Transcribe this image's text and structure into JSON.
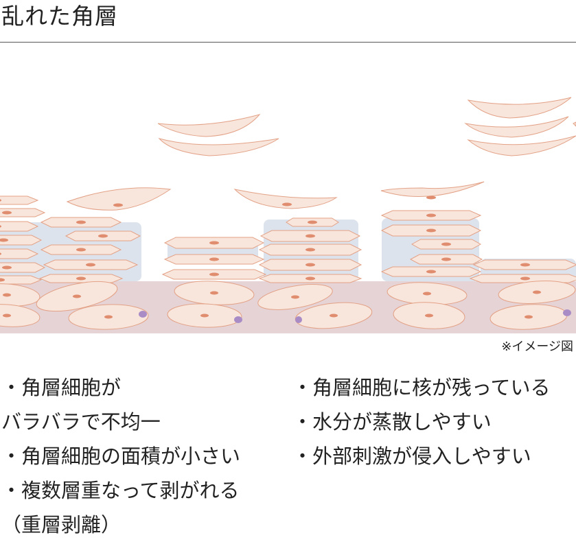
{
  "title": "乱れた角層",
  "caption": "※イメージ図",
  "left_points": [
    "・角層細胞が",
    "バラバラで不均一",
    "・角層細胞の面積が小さい",
    "・複数層重なって剥がれる",
    "（重層剥離）"
  ],
  "right_points": [
    "・角層細胞に核が残っている",
    "・水分が蒸散しやすい",
    "・外部刺激が侵入しやすい"
  ],
  "colors": {
    "cell_fill": "#f8e6dc",
    "cell_stroke": "#e3a186",
    "nucleus": "#e08c6e",
    "moisture": "#dde3ec",
    "base_layer": "#e6d3d5",
    "melanin": "#a98cc6",
    "rule": "#555555",
    "text": "#222222"
  }
}
